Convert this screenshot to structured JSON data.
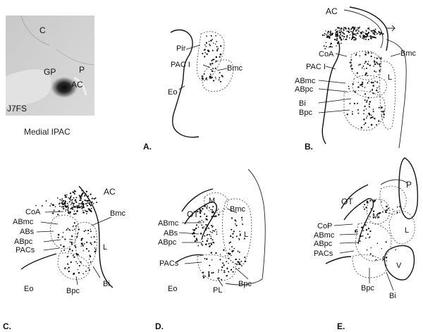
{
  "photo": {
    "labels": {
      "c": "C",
      "gp": "GP",
      "p": "P",
      "ac": "AC",
      "case": "J7FS"
    },
    "caption": "Medial IPAC"
  },
  "panels": {
    "a": {
      "letter": "A.",
      "labels": {
        "pir": "Pir",
        "paci": "PAC I",
        "bmc": "Bmc",
        "eo": "Eo"
      }
    },
    "b": {
      "letter": "B.",
      "labels": {
        "ac": "AC",
        "coa": "CoA",
        "paci": "PAC I",
        "bmc": "Bmc",
        "abmc": "ABmc",
        "abpc": "ABpc",
        "bi": "Bi",
        "bpc": "Bpc",
        "l": "L"
      }
    },
    "c": {
      "letter": "C.",
      "labels": {
        "ac": "AC",
        "coa": "CoA",
        "abmc": "ABmc",
        "abs": "ABs",
        "abpc": "ABpc",
        "pacs": "PACs",
        "bmc": "Bmc",
        "l": "L",
        "bi": "Bi",
        "bpc": "Bpc",
        "eo": "Eo"
      }
    },
    "d": {
      "letter": "D.",
      "labels": {
        "ot": "OT",
        "m": "M",
        "bmc": "Bmc",
        "abmc": "ABmc",
        "abs": "ABs",
        "abpc": "ABpc",
        "l": "L",
        "pacs": "PACs",
        "eo": "Eo",
        "pl": "PL",
        "bpc": "Bpc"
      }
    },
    "e": {
      "letter": "E.",
      "labels": {
        "ot": "OT",
        "p": "P",
        "cop": "CoP",
        "m": "M",
        "abmc": "ABmc",
        "abpc": "ABpc",
        "l": "L",
        "pacs": "PACs",
        "v": "V",
        "bpc": "Bpc",
        "bi": "Bi"
      }
    }
  },
  "colors": {
    "ink": "#111111",
    "photo_bg": "#cfcfcf",
    "injection": "#1a1a1a"
  }
}
